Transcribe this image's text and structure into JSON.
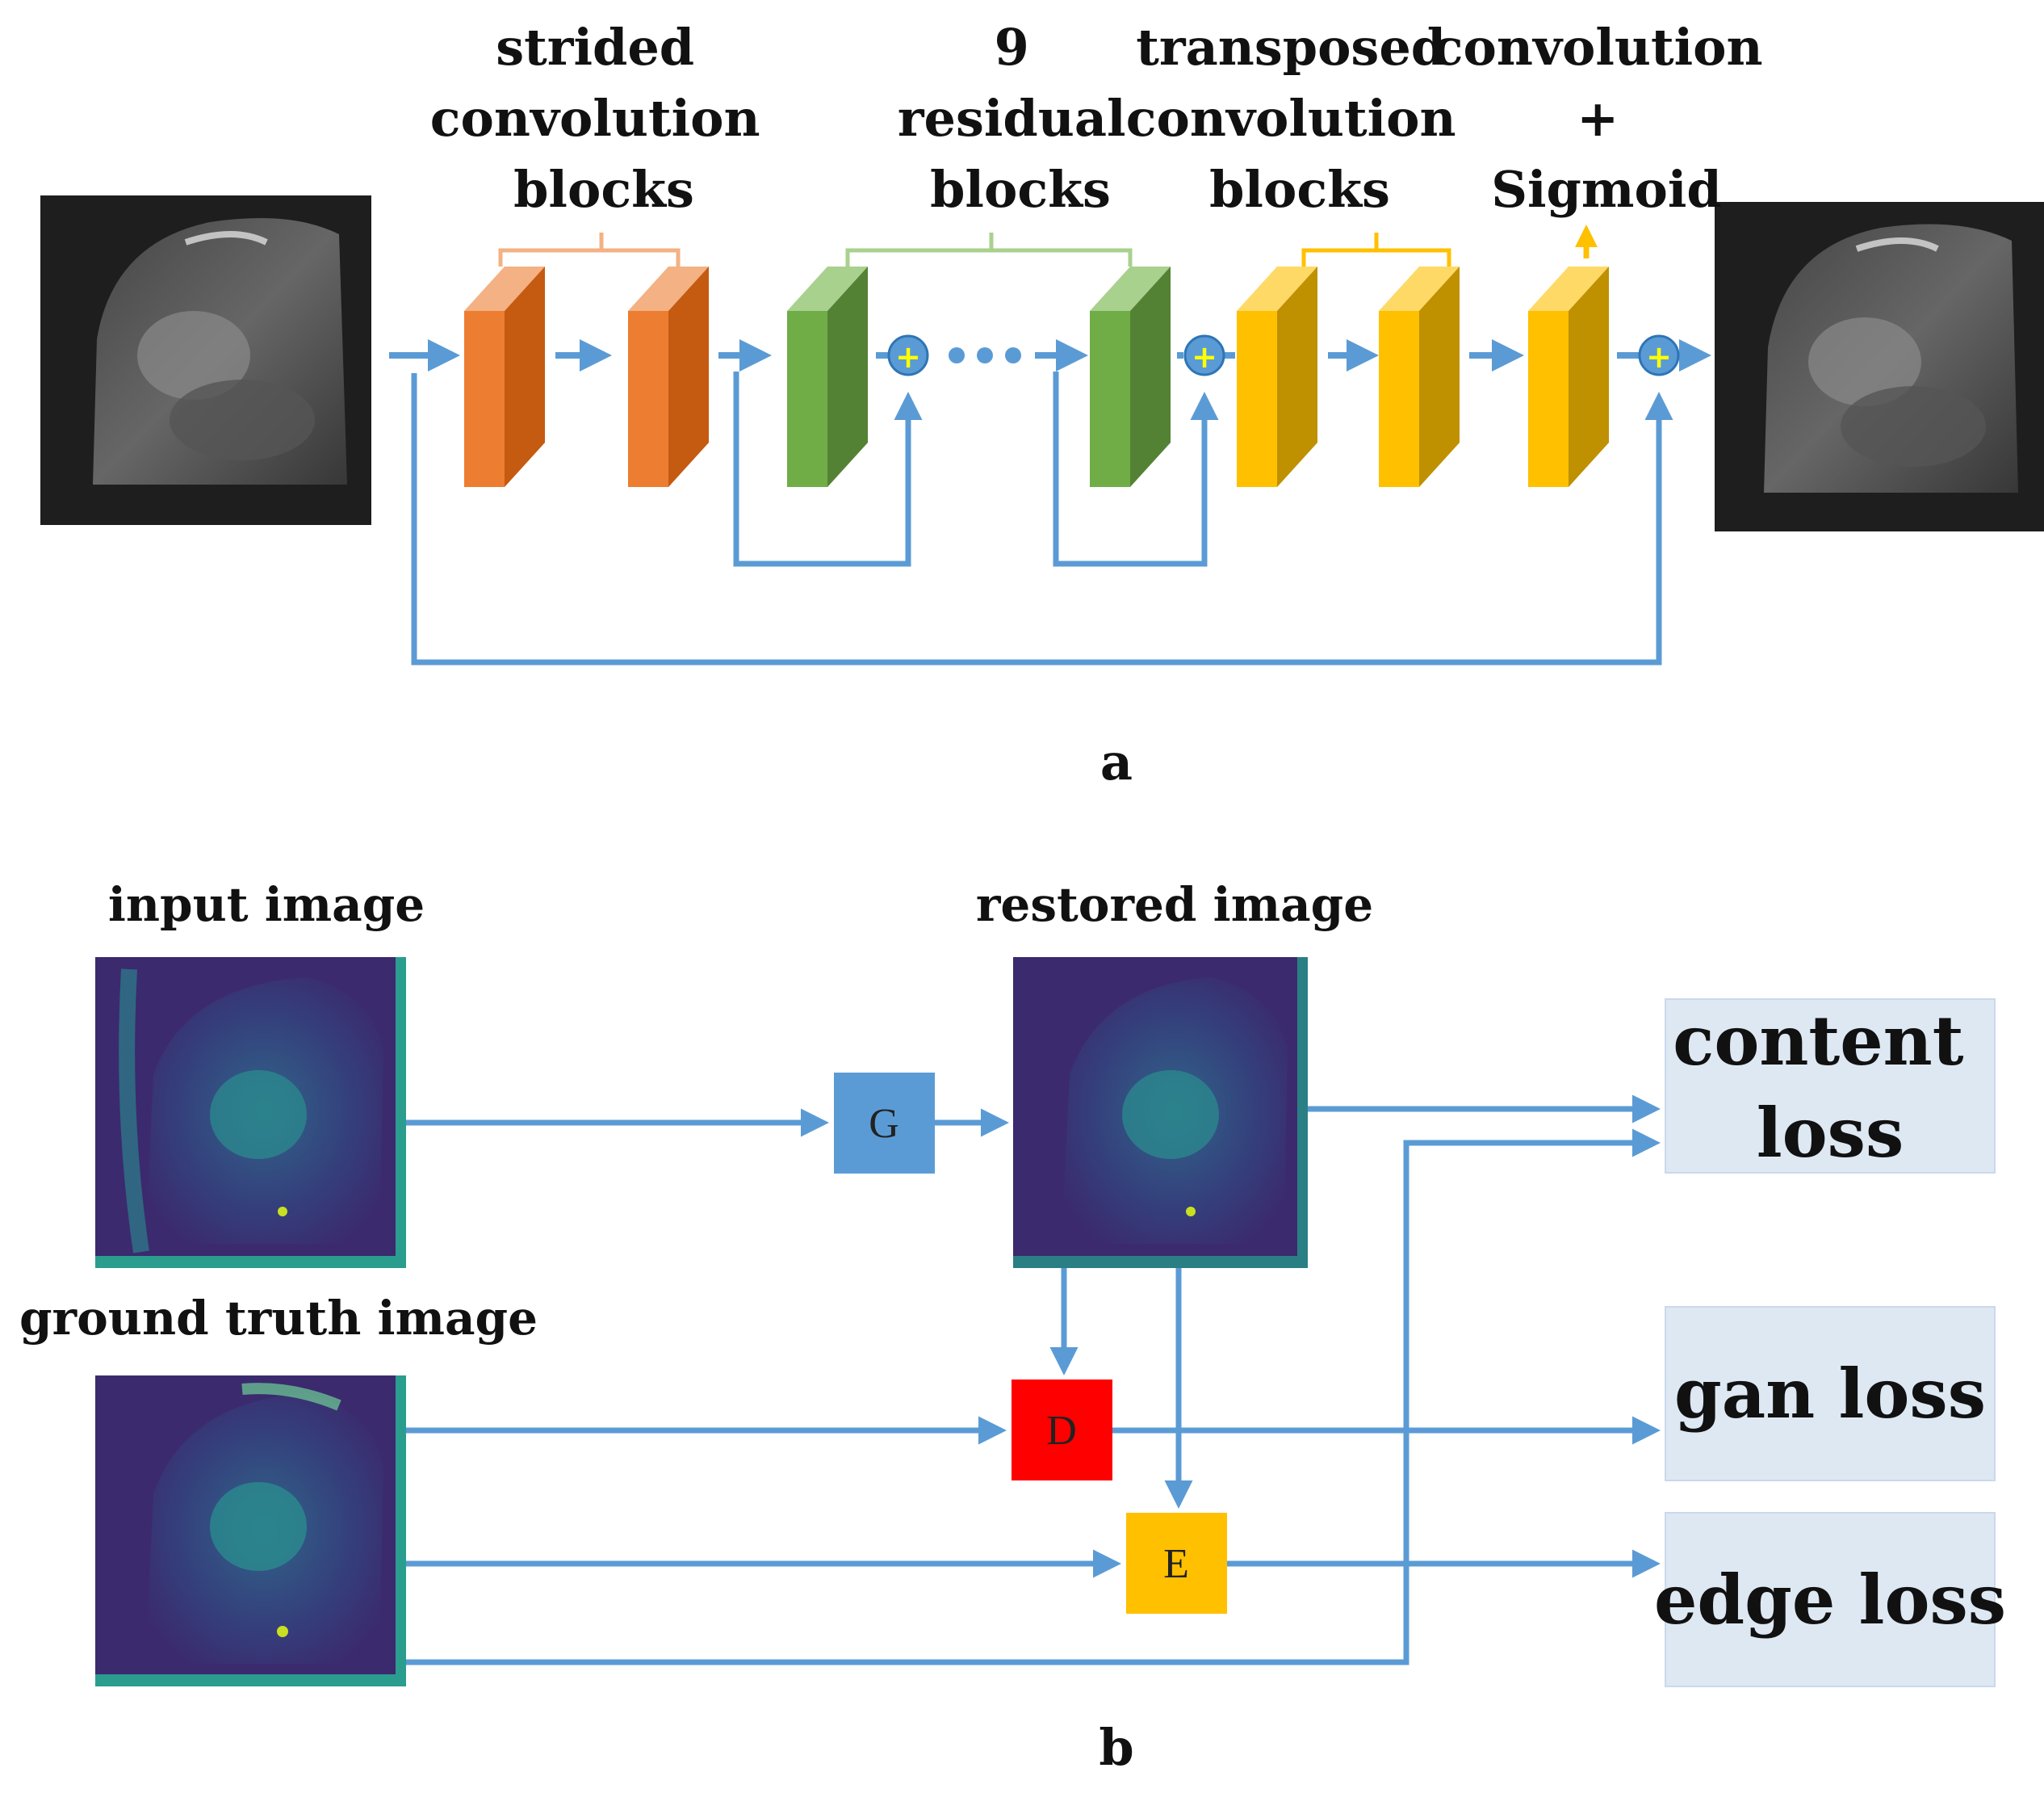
{
  "panel_a": {
    "labels": {
      "strided": [
        "strided",
        "convolution",
        "blocks"
      ],
      "residual": [
        "9",
        "residual",
        "blocks"
      ],
      "transposed": [
        "transposed",
        "convolution",
        "blocks"
      ],
      "final": [
        "convolution",
        "+",
        "Sigmoid"
      ]
    },
    "caption": "a"
  },
  "panel_b": {
    "input_label": "input image",
    "restored_label": "restored image",
    "ground_truth_label": "ground truth image",
    "nodes": {
      "generator": "G",
      "discriminator": "D",
      "edge": "E"
    },
    "losses": {
      "content": [
        "content",
        "loss"
      ],
      "gan": "gan loss",
      "edge": "edge loss"
    },
    "caption": "b"
  },
  "colors": {
    "arrow": "#5b9bd5",
    "orange_block": "#ed7d31",
    "green_block": "#70ad47",
    "yellow_block": "#ffc000",
    "generator": "#5b9bd5",
    "discriminator": "#ff0000",
    "edge_node": "#ffc000",
    "loss_box": "#dde8f3"
  }
}
